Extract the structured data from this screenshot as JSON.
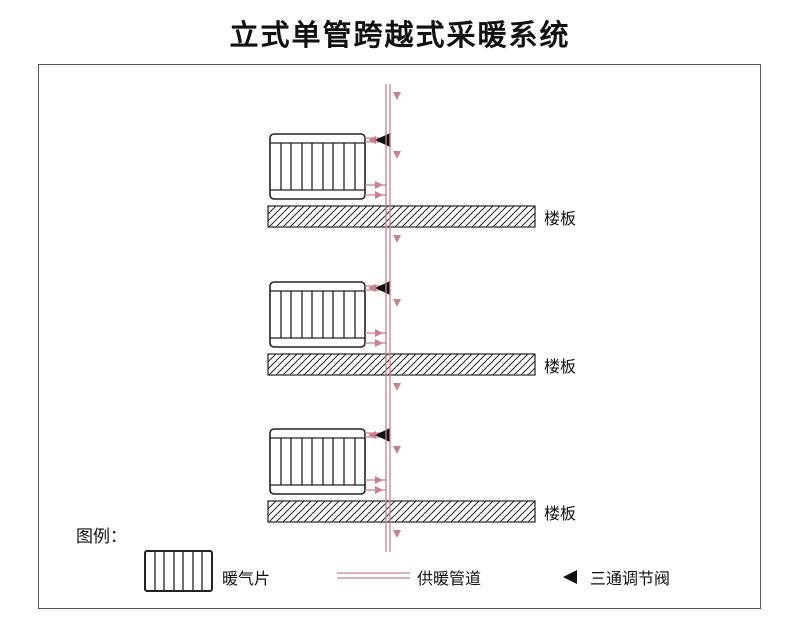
{
  "title": "立式单管跨越式采暖系统",
  "colors": {
    "pipe": "#c9808e",
    "valve": "#111111",
    "outline": "#222222"
  },
  "floors": [
    {
      "label": "楼板"
    },
    {
      "label": "楼板"
    },
    {
      "label": "楼板"
    }
  ],
  "legend": {
    "title": "图例：",
    "items": [
      {
        "name": "radiator",
        "label": "暖气片"
      },
      {
        "name": "heating-pipe",
        "label": "供暖管道"
      },
      {
        "name": "three-way-valve",
        "label": "三通调节阀"
      }
    ]
  }
}
